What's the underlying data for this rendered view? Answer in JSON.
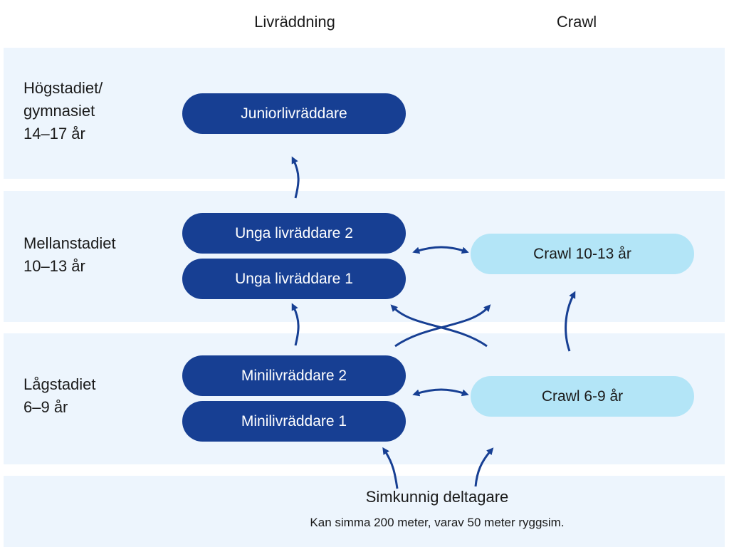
{
  "columns": {
    "left": "Livräddning",
    "right": "Crawl"
  },
  "stages": {
    "upper": [
      "Högstadiet/",
      "gymnasiet",
      "14–17 år"
    ],
    "middle": [
      "Mellanstadiet",
      "10–13 år"
    ],
    "lower": [
      "Lågstadiet",
      "6–9 år"
    ]
  },
  "courses": {
    "junior": "Juniorlivräddare",
    "unga2": "Unga livräddare 2",
    "unga1": "Unga livräddare 1",
    "mini2": "Minilivräddare 2",
    "mini1": "Minilivräddare 1",
    "crawl1013": "Crawl 10-13 år",
    "crawl69": "Crawl 6-9 år"
  },
  "entry": {
    "title": "Simkunnig deltagare",
    "subtitle": "Kan simma 200 meter, varav 50 meter ryggsim."
  },
  "colors": {
    "band": "#edf5fd",
    "dark_pill": "#173f93",
    "light_pill": "#b3e5f7",
    "arrow": "#173f93"
  }
}
